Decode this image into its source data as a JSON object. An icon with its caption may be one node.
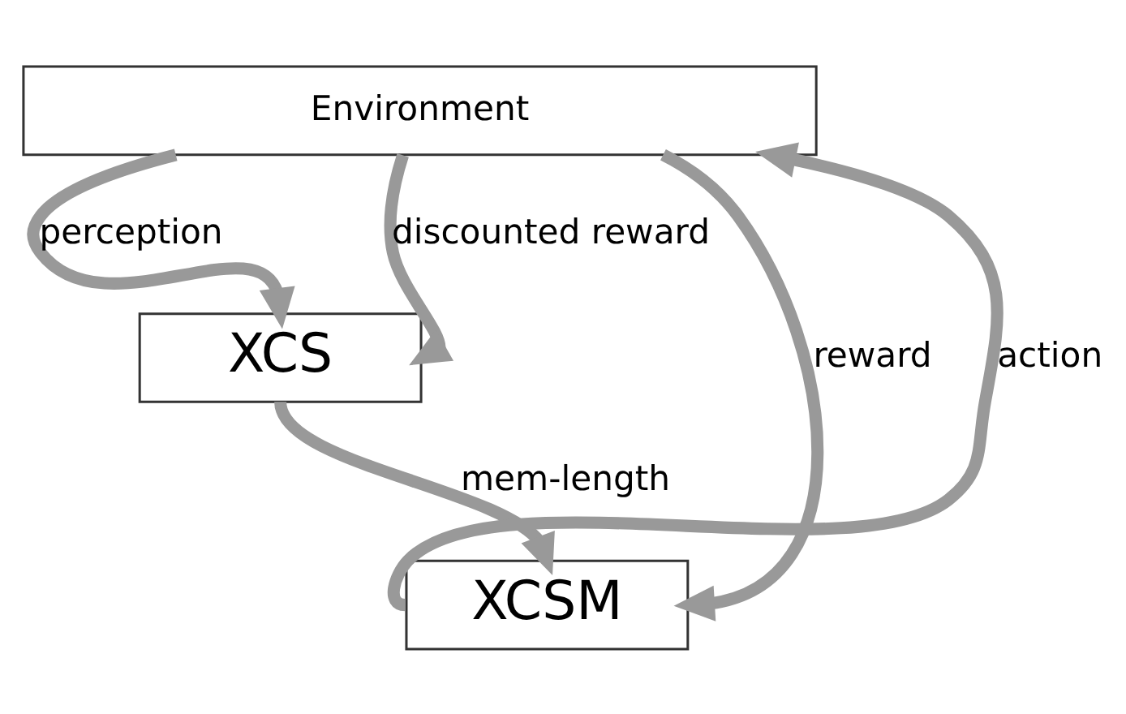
{
  "diagram": {
    "nodes": [
      {
        "text": [
          "Environment"
        ]
      },
      {
        "text": [
          "XCS"
        ]
      },
      {
        "text": [
          "XCSM"
        ]
      }
    ],
    "edges": [
      {
        "from": 0,
        "to": 1,
        "arrow": "to",
        "label": "perception"
      },
      {
        "from": 1,
        "to": 2,
        "arrow": "to",
        "label": "mem-length"
      },
      {
        "from": 2,
        "to": 0,
        "arrow": "to",
        "label": "action"
      },
      {
        "from": 0,
        "to": 2,
        "arrow": "to",
        "label": "reward"
      },
      {
        "from": 0,
        "to": 1,
        "arrow": "to",
        "label": "discounted reward"
      }
    ]
  }
}
